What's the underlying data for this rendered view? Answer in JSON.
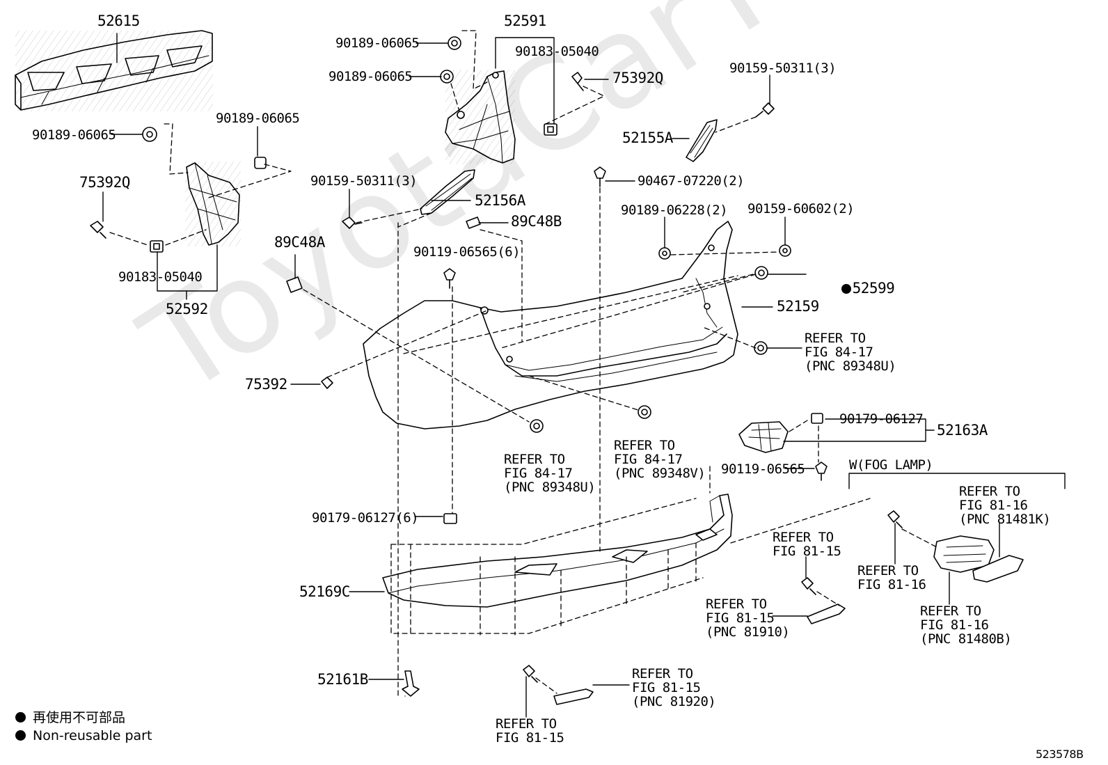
{
  "watermark": "ToyotaCarTime.ru",
  "figure_id": "523578B",
  "legend": {
    "japanese": "再使用不可部品",
    "english": "Non-reusable part"
  },
  "group_label": "W(FOG LAMP)",
  "labels": {
    "l52615": "52615",
    "l52591": "52591",
    "l90189_a": "90189-06065",
    "l90189_b": "90189-06065",
    "l90183_top": "90183-05040",
    "l75392Q_top": "75392Q",
    "l90159_r": "90159-50311(3)",
    "l90189_c": "90189-06065",
    "l90189_d": "90189-06065",
    "l52155A": "52155A",
    "l75392Q_l": "75392Q",
    "l90159_l": "90159-50311(3)",
    "l52156A": "52156A",
    "l90467": "90467-07220(2)",
    "l89C48B": "89C48B",
    "l90189_06228": "90189-06228(2)",
    "l90159_60602": "90159-60602(2)",
    "l89C48A": "89C48A",
    "l90183_l": "90183-05040",
    "l90119_6": "90119-06565(6)",
    "l52599": "52599",
    "l52592": "52592",
    "l52159": "52159",
    "ref_8417_r": "REFER TO\nFIG 84-17\n(PNC 89348U)",
    "l75392": "75392",
    "l90179_r": "90179-06127",
    "l52163A": "52163A",
    "ref_8417_a": "REFER TO\nFIG 84-17\n(PNC 89348U)",
    "ref_8417_b": "REFER TO\nFIG 84-17\n(PNC 89348V)",
    "l90119_r": "90119-06565",
    "ref_8116_k": "REFER TO\nFIG 81-16\n(PNC 81481K)",
    "l90179_6": "90179-06127(6)",
    "ref_8115_a": "REFER TO\nFIG 81-15",
    "ref_8116_a": "REFER TO\nFIG 81-16",
    "l52169C": "52169C",
    "ref_8115_910": "REFER TO\nFIG 81-15\n(PNC 81910)",
    "ref_8116_b": "REFER TO\nFIG 81-16\n(PNC 81480B)",
    "ref_8115_920": "REFER TO\nFIG 81-15\n(PNC 81920)",
    "l52161B": "52161B",
    "ref_8115_b": "REFER TO\nFIG 81-15"
  }
}
